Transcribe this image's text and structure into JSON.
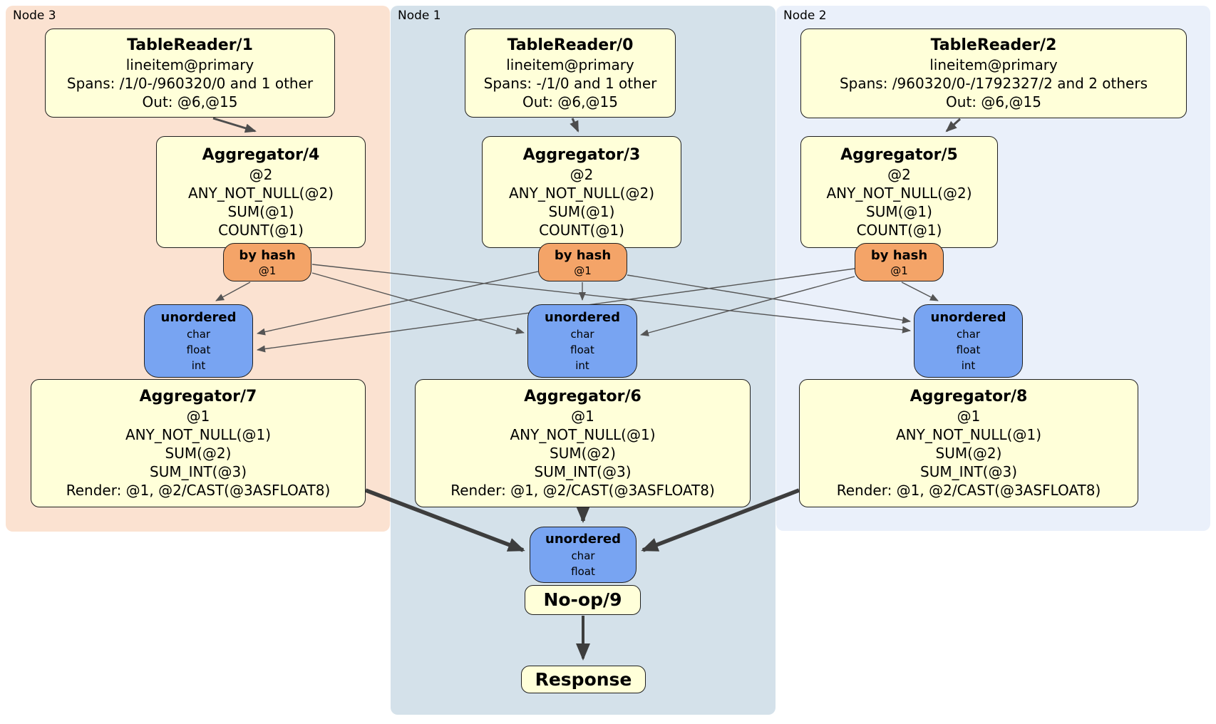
{
  "panels": [
    {
      "label": "Node 3"
    },
    {
      "label": "Node 1"
    },
    {
      "label": "Node 2"
    }
  ],
  "processors": {
    "tr1": {
      "title": "TableReader/1",
      "lines": [
        "lineitem@primary",
        "Spans: /1/0-/960320/0 and 1 other",
        "Out: @6,@15"
      ]
    },
    "tr0": {
      "title": "TableReader/0",
      "lines": [
        "lineitem@primary",
        "Spans: -/1/0 and 1 other",
        "Out: @6,@15"
      ]
    },
    "tr2": {
      "title": "TableReader/2",
      "lines": [
        "lineitem@primary",
        "Spans: /960320/0-/1792327/2 and 2 others",
        "Out: @6,@15"
      ]
    },
    "agg4": {
      "title": "Aggregator/4",
      "lines": [
        "@2",
        "ANY_NOT_NULL(@2)",
        "SUM(@1)",
        "COUNT(@1)"
      ]
    },
    "agg3": {
      "title": "Aggregator/3",
      "lines": [
        "@2",
        "ANY_NOT_NULL(@2)",
        "SUM(@1)",
        "COUNT(@1)"
      ]
    },
    "agg5": {
      "title": "Aggregator/5",
      "lines": [
        "@2",
        "ANY_NOT_NULL(@2)",
        "SUM(@1)",
        "COUNT(@1)"
      ]
    },
    "bh3": {
      "title": "by hash",
      "lines": [
        "@1"
      ]
    },
    "bh1": {
      "title": "by hash",
      "lines": [
        "@1"
      ]
    },
    "bh2": {
      "title": "by hash",
      "lines": [
        "@1"
      ]
    },
    "u3": {
      "title": "unordered",
      "lines": [
        "char",
        "float",
        "int"
      ]
    },
    "u1": {
      "title": "unordered",
      "lines": [
        "char",
        "float",
        "int"
      ]
    },
    "u2": {
      "title": "unordered",
      "lines": [
        "char",
        "float",
        "int"
      ]
    },
    "agg7": {
      "title": "Aggregator/7",
      "lines": [
        "@1",
        "ANY_NOT_NULL(@1)",
        "SUM(@2)",
        "SUM_INT(@3)",
        "Render: @1, @2/CAST(@3ASFLOAT8)"
      ]
    },
    "agg6": {
      "title": "Aggregator/6",
      "lines": [
        "@1",
        "ANY_NOT_NULL(@1)",
        "SUM(@2)",
        "SUM_INT(@3)",
        "Render: @1, @2/CAST(@3ASFLOAT8)"
      ]
    },
    "agg8": {
      "title": "Aggregator/8",
      "lines": [
        "@1",
        "ANY_NOT_NULL(@1)",
        "SUM(@2)",
        "SUM_INT(@3)",
        "Render: @1, @2/CAST(@3ASFLOAT8)"
      ]
    },
    "uf": {
      "title": "unordered",
      "lines": [
        "char",
        "float"
      ]
    },
    "noop": {
      "title": "No-op/9"
    },
    "resp": {
      "title": "Response"
    }
  },
  "colors": {
    "panel-node3": "#fbe2d1",
    "panel-node1": "#d4e1ea",
    "panel-node2": "#eaf0fa",
    "box-fill": "#ffffd9",
    "router-fill": "#f4a468",
    "sync-fill": "#78a4f2",
    "box-border": "#1f1f1f",
    "edge-thin": "#555555",
    "edge-mid": "#4d4d4d",
    "edge-thick": "#3d3d3d"
  }
}
